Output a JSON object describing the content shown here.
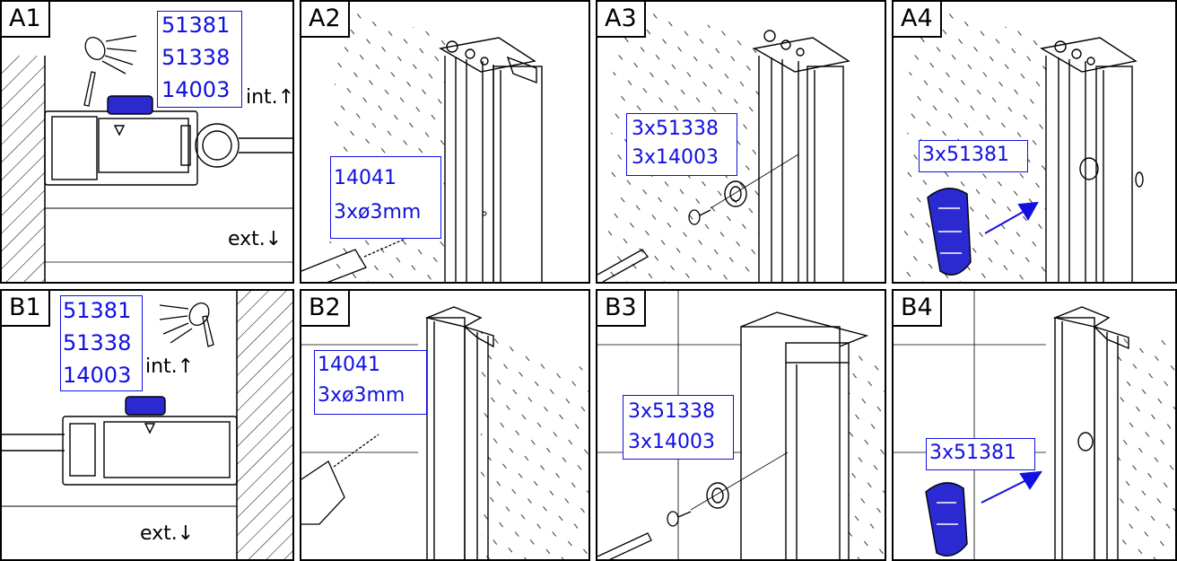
{
  "panels": {
    "a1": {
      "label": "A1",
      "parts": [
        "51381",
        "51338",
        "14003"
      ],
      "int": "int.",
      "ext": "ext."
    },
    "a2": {
      "label": "A2",
      "parts": [
        "14041",
        "3xø3mm"
      ]
    },
    "a3": {
      "label": "A3",
      "parts": [
        "3x51338",
        "3x14003"
      ]
    },
    "a4": {
      "label": "A4",
      "parts": [
        "3x51381"
      ]
    },
    "b1": {
      "label": "B1",
      "parts": [
        "51381",
        "51338",
        "14003"
      ],
      "int": "int.",
      "ext": "ext."
    },
    "b2": {
      "label": "B2",
      "parts": [
        "14041",
        "3xø3mm"
      ]
    },
    "b3": {
      "label": "B3",
      "parts": [
        "3x51338",
        "3x14003"
      ]
    },
    "b4": {
      "label": "B4",
      "parts": [
        "3x51381"
      ]
    }
  },
  "colors": {
    "part_text": "#1010e0",
    "line": "#000000",
    "cap": "#2a2ad0"
  },
  "icons": [
    "shower-head-icon",
    "drill-icon",
    "screwdriver-icon",
    "screw-icon",
    "washer-icon",
    "end-cap-icon",
    "arrow-icon",
    "profile-icon",
    "wall-hatch-icon"
  ]
}
